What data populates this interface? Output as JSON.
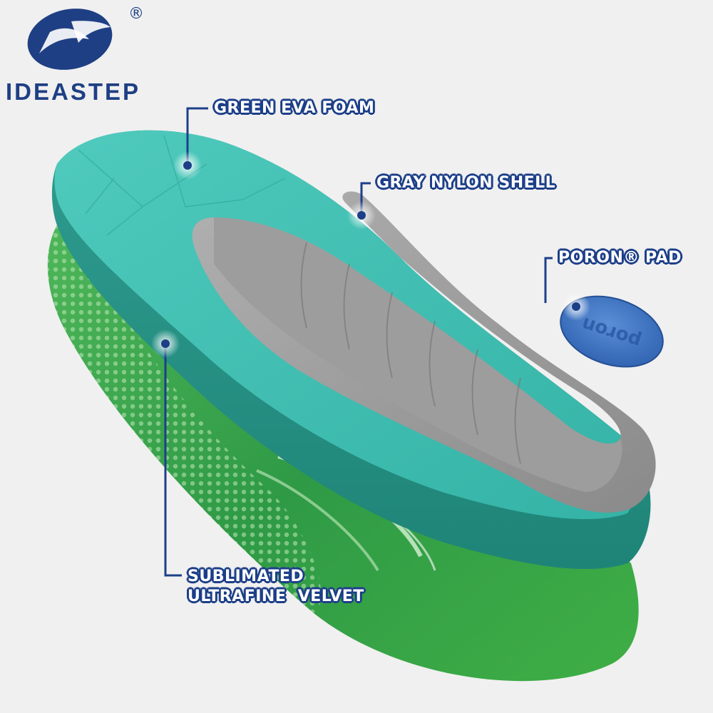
{
  "brand": {
    "name": "IDEASTEP",
    "registered_mark": "®",
    "color": "#1e3f84"
  },
  "labels": {
    "eva_foam": "GREEN EVA FOAM",
    "nylon_shell": "GRAY NYLON SHELL",
    "poron_pad": "PORON® PAD",
    "velvet_line1": "SUBLIMATED",
    "velvet_line2": "ULTRAFINE  VELVET"
  },
  "pad_text": "poron",
  "colors": {
    "background": "#f0f0f0",
    "callout_outline": "#1d3f88",
    "eva_teal": "#45c3b3",
    "velvet_green": "#2f9a46",
    "nylon_gray": "#9c9c9c",
    "poron_blue": "#3d73c2"
  }
}
